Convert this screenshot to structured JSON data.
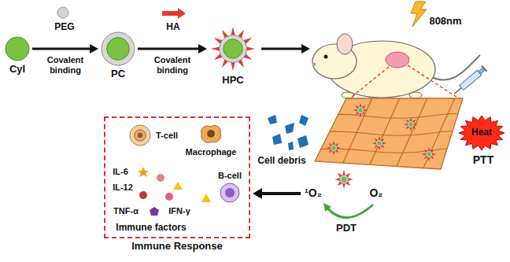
{
  "diagram": {
    "nodes": [
      {
        "text": [
          "CyI"
        ]
      },
      {
        "text": [
          "PC"
        ]
      },
      {
        "text": [
          "HPC"
        ]
      },
      {
        "text": [
          "Heat"
        ]
      },
      {
        "text": [
          "Immune Response"
        ]
      },
      {
        "text": [
          "T-cell"
        ],
        "in": 4
      },
      {
        "text": [
          "Macrophage"
        ],
        "in": 4
      },
      {
        "text": [
          "B-cell"
        ],
        "in": 4
      }
    ],
    "edges": [
      {
        "from": 0,
        "to": 1,
        "label": "Covalent binding",
        "arrow": "to"
      },
      {
        "from": 1,
        "to": 2,
        "label": "Covalent binding",
        "arrow": "to"
      }
    ],
    "labels": [
      "PEG",
      "HA",
      "808nm",
      "Cell debris",
      "PTT",
      "¹O₂",
      "O₂",
      "PDT",
      "IL-6",
      "IL-12",
      "TNF-α",
      "IFN-γ",
      "Immune factors"
    ]
  }
}
